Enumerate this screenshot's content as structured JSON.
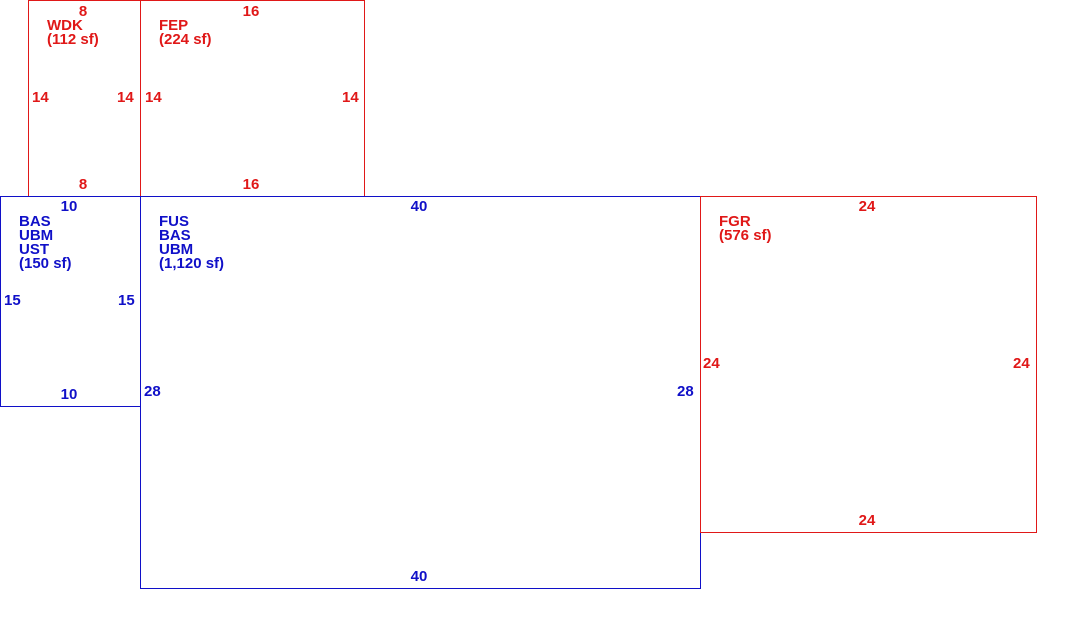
{
  "colors": {
    "living_area": "#1010c8",
    "other_area": "#e01818"
  },
  "areas": {
    "wdk": {
      "codes": [
        "WDK"
      ],
      "area_text": "(112 sf)",
      "dimensions": {
        "top": "8",
        "bottom": "8",
        "left": "14",
        "right": "14"
      }
    },
    "fep": {
      "codes": [
        "FEP"
      ],
      "area_text": "(224 sf)",
      "dimensions": {
        "top": "16",
        "bottom": "16",
        "left": "14",
        "right": "14"
      }
    },
    "bas_small": {
      "codes": [
        "BAS",
        "UBM",
        "UST"
      ],
      "area_text": "(150 sf)",
      "dimensions": {
        "top": "10",
        "bottom": "10",
        "left": "15",
        "right": "15"
      }
    },
    "fus": {
      "codes": [
        "FUS",
        "BAS",
        "UBM"
      ],
      "area_text": "(1,120 sf)",
      "dimensions": {
        "top": "40",
        "bottom": "40",
        "left": "28",
        "right": "28"
      }
    },
    "fgr": {
      "codes": [
        "FGR"
      ],
      "area_text": "(576 sf)",
      "dimensions": {
        "top": "24",
        "bottom": "24",
        "left": "24",
        "right": "24"
      }
    }
  }
}
